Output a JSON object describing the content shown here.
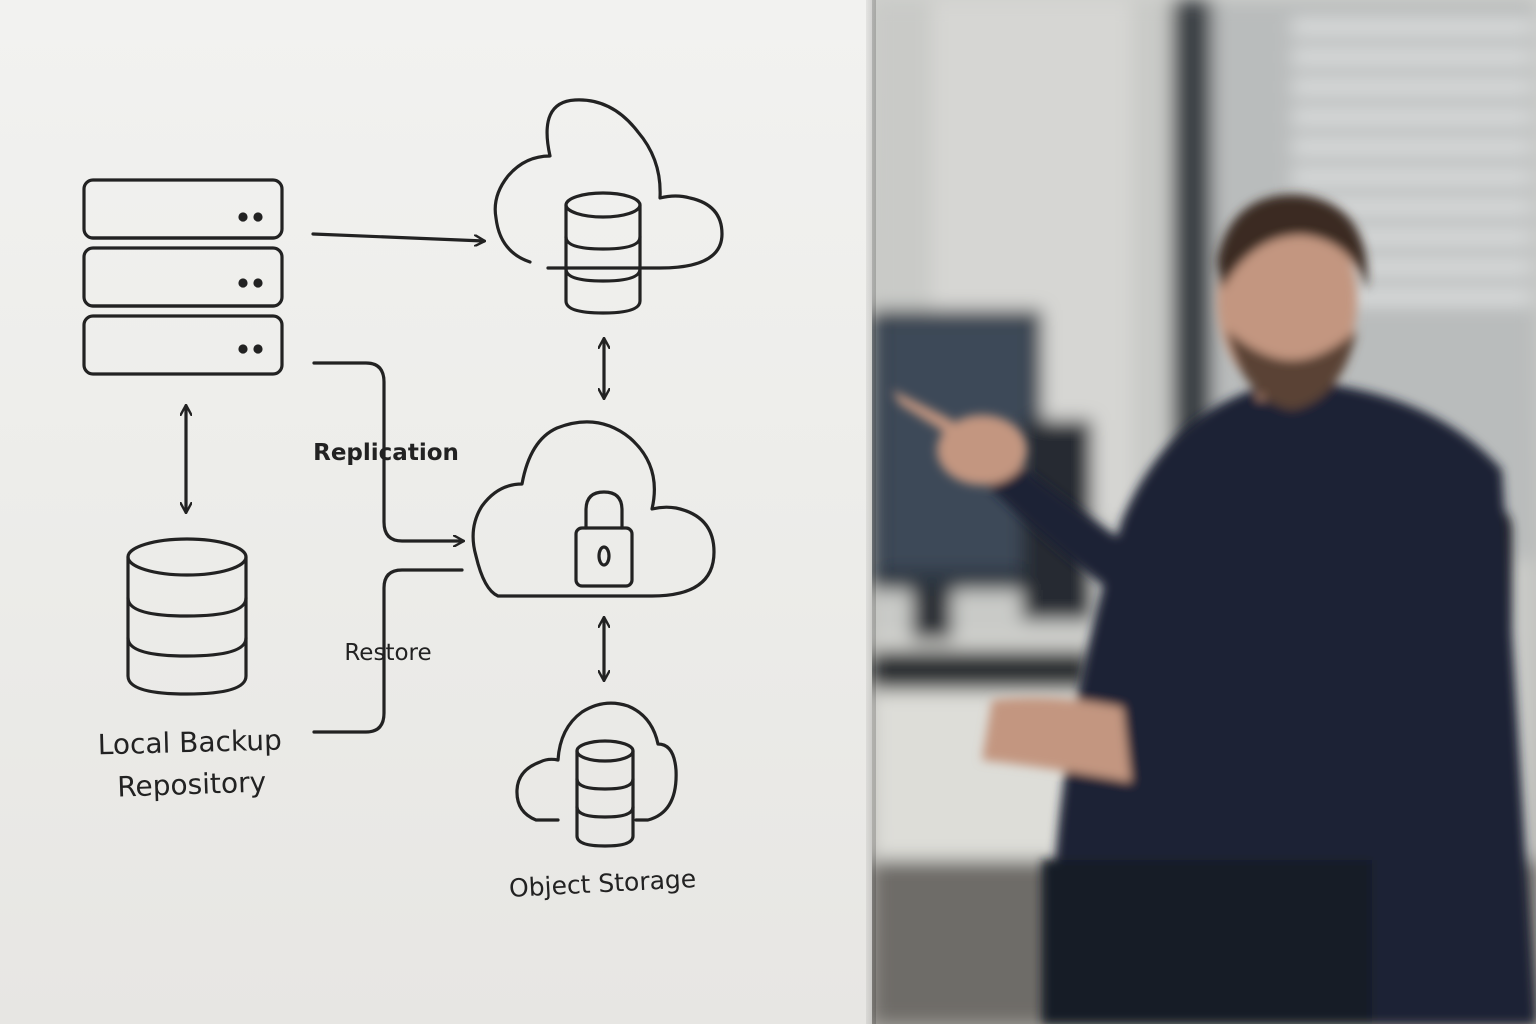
{
  "diagram": {
    "labels": {
      "replication": "Replication",
      "restore": "Restore",
      "local_backup_line1": "Local Backup",
      "local_backup_line2": "Repository",
      "object_storage": "Object Storage"
    },
    "icons": [
      "server-rack-icon",
      "database-icon",
      "cloud-database-icon",
      "cloud-lock-icon",
      "cloud-storage-icon",
      "arrow-right-icon",
      "bidirectional-arrow-icon"
    ]
  },
  "scene": {
    "board_color": "#efefec",
    "ink_color": "#222222",
    "background_color": "#c7c7c4",
    "person_sweater_color": "#1c2436"
  }
}
